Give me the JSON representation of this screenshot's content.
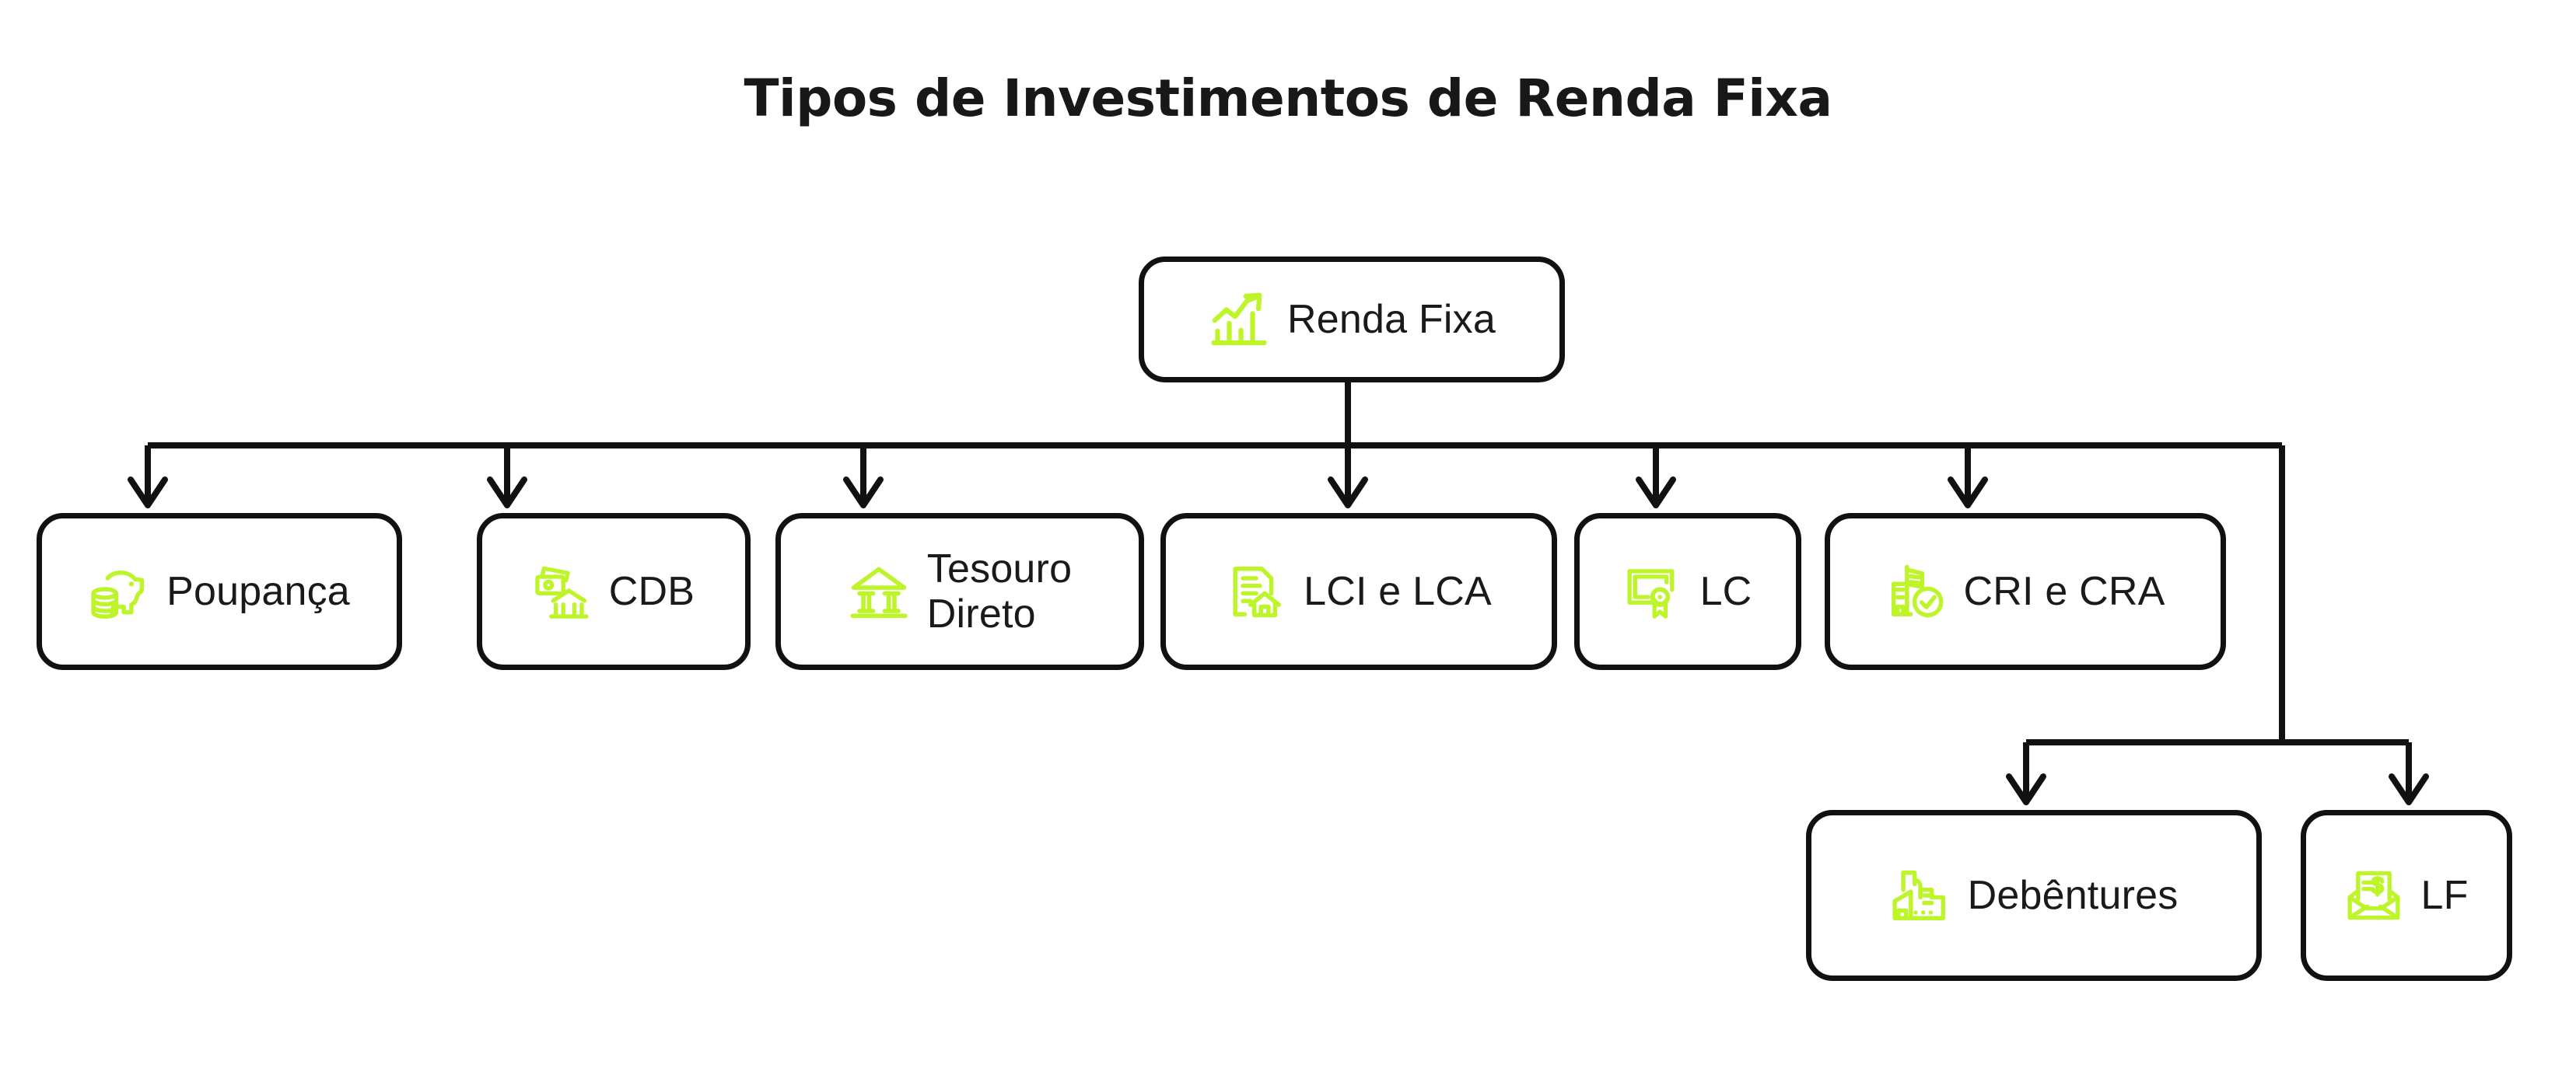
{
  "diagram": {
    "title": "Tipos de Investimentos de Renda Fixa",
    "accent_color": "#bdf52a",
    "outline_color": "#111113",
    "text_color": "#1a1a1c",
    "background_color": "#ffffff",
    "root": {
      "label": "Renda Fixa",
      "icon": "growth-bar-chart-icon"
    },
    "level_one": [
      {
        "label": "Poupança",
        "icon": "piggy-bank-coins-icon"
      },
      {
        "label": "CDB",
        "icon": "money-bank-icon"
      },
      {
        "label": "Tesouro\nDireto",
        "icon": "bank-columns-icon"
      },
      {
        "label": "LCI e LCA",
        "icon": "document-house-icon"
      },
      {
        "label": "LC",
        "icon": "certificate-award-icon"
      },
      {
        "label": "CRI e CRA",
        "icon": "building-check-icon"
      }
    ],
    "level_two": [
      {
        "label": "Debêntures",
        "icon": "factory-icon"
      },
      {
        "label": "LF",
        "icon": "envelope-money-icon"
      }
    ]
  }
}
